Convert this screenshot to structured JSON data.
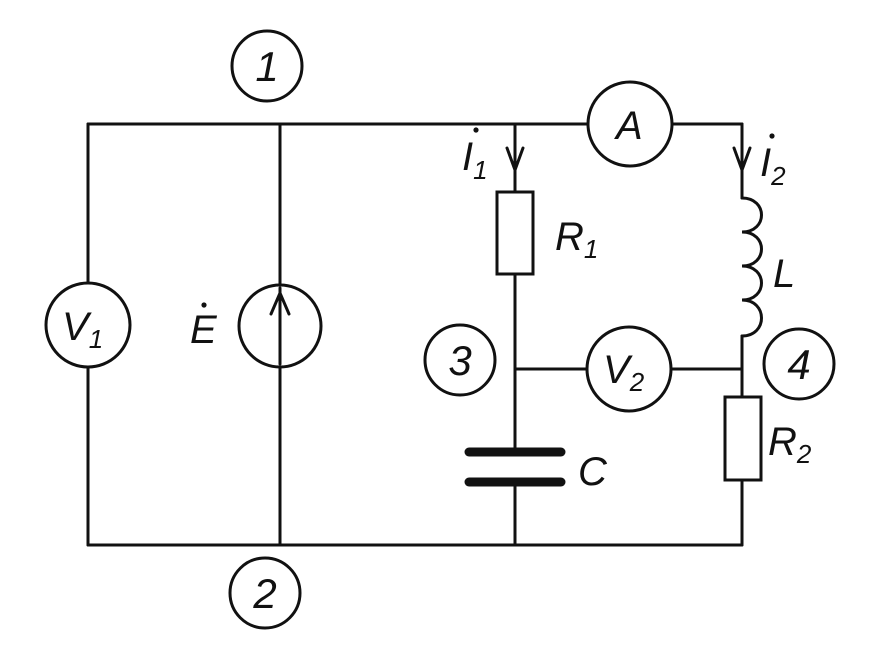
{
  "nodes": [
    {
      "id": "1",
      "label": "1"
    },
    {
      "id": "2",
      "label": "2"
    },
    {
      "id": "3",
      "label": "3"
    },
    {
      "id": "4",
      "label": "4"
    }
  ],
  "components": {
    "v1": {
      "letter": "V",
      "sub": "1"
    },
    "e": {
      "letter": "E"
    },
    "ammeter": {
      "letter": "A"
    },
    "i1": {
      "letter": "I",
      "sub": "1"
    },
    "i2": {
      "letter": "I",
      "sub": "2"
    },
    "r1": {
      "letter": "R",
      "sub": "1"
    },
    "l": {
      "letter": "L"
    },
    "v2": {
      "letter": "V",
      "sub": "2"
    },
    "r2": {
      "letter": "R",
      "sub": "2"
    },
    "c": {
      "letter": "C"
    }
  }
}
